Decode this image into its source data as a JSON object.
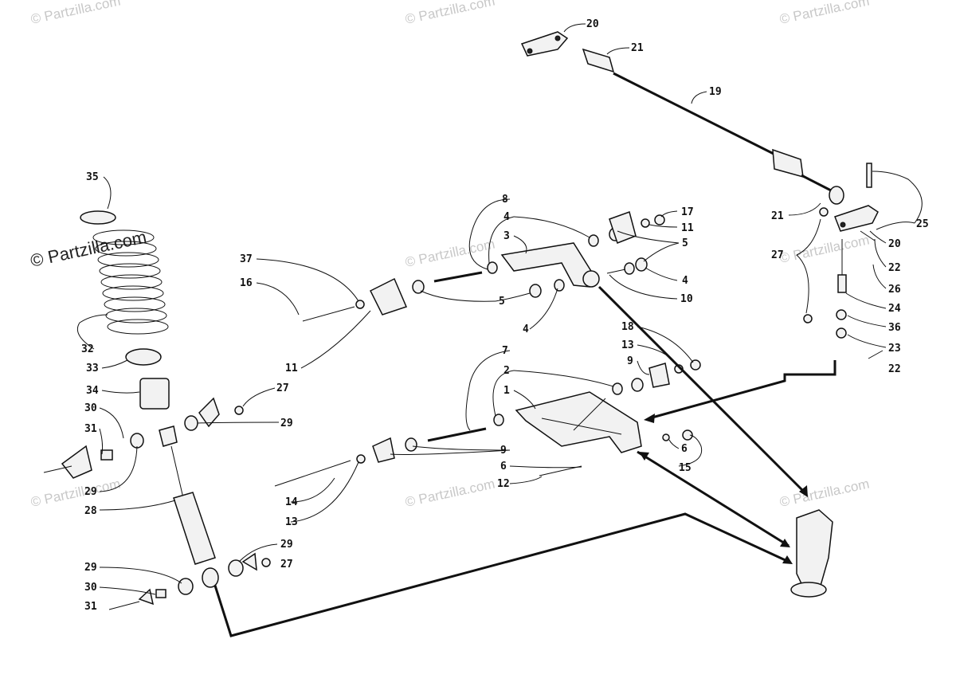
{
  "watermarks": [
    {
      "id": "wm-1",
      "text": "© Partzilla.com"
    },
    {
      "id": "wm-2",
      "text": "© Partzilla.com"
    },
    {
      "id": "wm-3",
      "text": "© Partzilla.com"
    },
    {
      "id": "wm-4",
      "text": "© Partzilla.com"
    },
    {
      "id": "wm-5",
      "text": "© Partzilla.com"
    },
    {
      "id": "wm-6",
      "text": "© Partzilla.com"
    },
    {
      "id": "wm-7",
      "text": "© Partzilla.com"
    },
    {
      "id": "wm-8",
      "text": "© Partzilla.com"
    },
    {
      "id": "wm-9",
      "text": "© Partzilla.com"
    }
  ],
  "callouts": {
    "c20a": "20",
    "c21a": "21",
    "c19": "19",
    "c25": "25",
    "c21b": "21",
    "c20b": "20",
    "c27a": "27",
    "c22a": "22",
    "c26": "26",
    "c24": "24",
    "c36": "36",
    "c23": "23",
    "c22b": "22",
    "c35": "35",
    "c32": "32",
    "c33": "33",
    "c34": "34",
    "c30a": "30",
    "c31a": "31",
    "c29a": "29",
    "c28": "28",
    "c29b": "29",
    "c30b": "30",
    "c31b": "31",
    "c29c": "29",
    "c27c": "27",
    "c27b": "27",
    "c29d": "29",
    "c8": "8",
    "c4a": "4",
    "c3": "3",
    "c37": "37",
    "c16": "16",
    "c5a": "5",
    "c4b": "4",
    "c11a": "11",
    "c17": "17",
    "c11b": "11",
    "c5b": "5",
    "c4c": "4",
    "c10": "10",
    "c18": "18",
    "c13a": "13",
    "c9a": "9",
    "c7": "7",
    "c2": "2",
    "c1": "1",
    "c9b": "9",
    "c6a": "6",
    "c12": "12",
    "c14": "14",
    "c13b": "13",
    "c6b": "6",
    "c15": "15"
  }
}
